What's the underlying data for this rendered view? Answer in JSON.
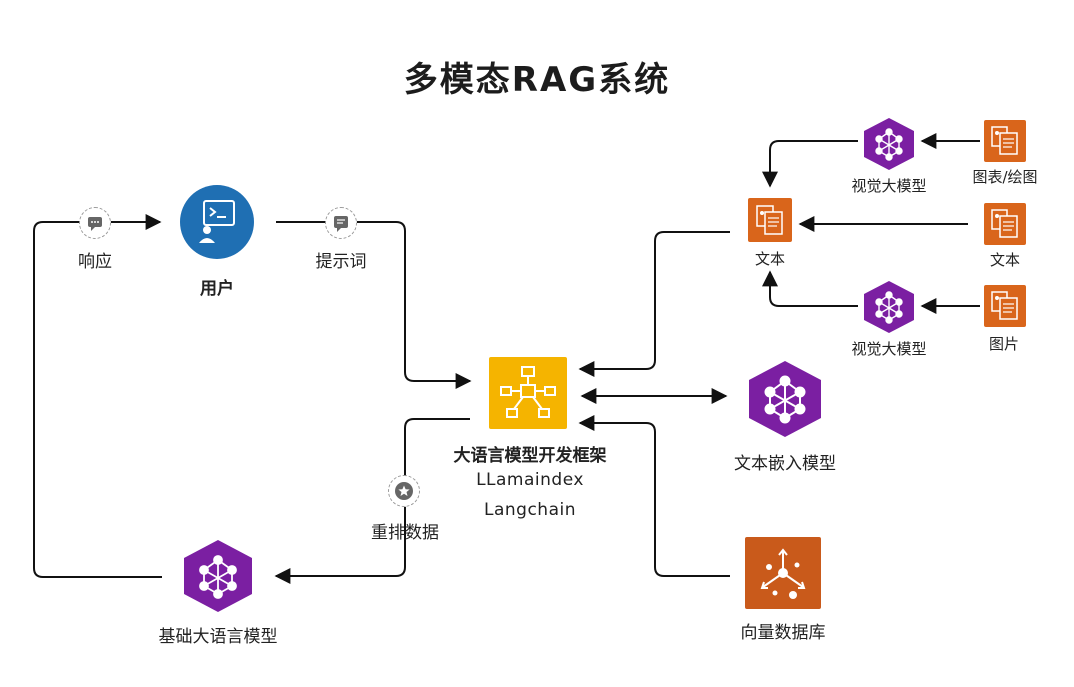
{
  "title": "多模态RAG系统",
  "nodes": {
    "user": "用户",
    "framework": "大语言模型开发框架",
    "framework_sub1": "LLamaindex",
    "framework_sub2": "Langchain",
    "base_llm": "基础大语言模型",
    "embed_model": "文本嵌入模型",
    "vector_db": "向量数据库",
    "text_center": "文本",
    "vision_model_top": "视觉大模型",
    "vision_model_bottom": "视觉大模型",
    "src_charts": "图表/绘图",
    "src_text": "文本",
    "src_images": "图片"
  },
  "edges": {
    "response": "响应",
    "prompt": "提示词",
    "rerank": "重排数据"
  },
  "colors": {
    "purple": "#7b1fa2",
    "orange": "#d9651b",
    "yellow": "#f5b400",
    "blue": "#1f6fb3",
    "line": "#111111"
  }
}
